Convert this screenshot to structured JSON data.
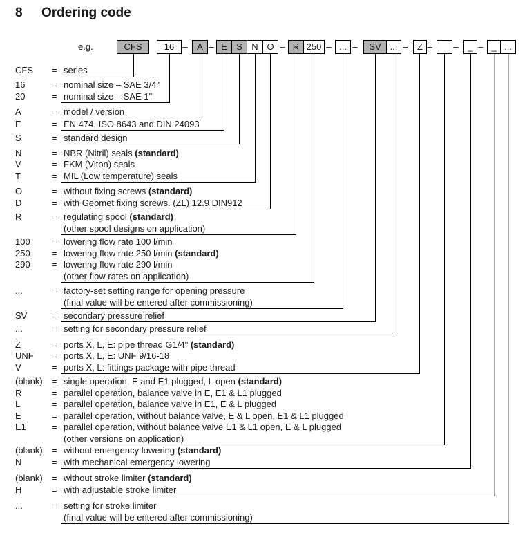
{
  "header": {
    "section_number": "8",
    "title": "Ordering code"
  },
  "example_label": "e.g.",
  "equals_sign": "=",
  "colors": {
    "box_fill": "#b3b3b3",
    "connector_black": "#000000",
    "connector_gray": "#a3a3a3",
    "text": "#1a1a1a"
  },
  "code_boxes": [
    {
      "label": "CFS",
      "type": "box-filled"
    },
    {
      "label": "16",
      "type": "box"
    },
    {
      "label": "–",
      "type": "separator"
    },
    {
      "label": "A",
      "type": "box-filled"
    },
    {
      "label": "–",
      "type": "separator"
    },
    {
      "label": "E",
      "type": "box-filled"
    },
    {
      "label": "S",
      "type": "box-filled"
    },
    {
      "label": "N",
      "type": "box"
    },
    {
      "label": "O",
      "type": "box"
    },
    {
      "label": "–",
      "type": "separator"
    },
    {
      "label": "R",
      "type": "box-filled"
    },
    {
      "label": "250",
      "type": "box"
    },
    {
      "label": "–",
      "type": "separator"
    },
    {
      "label": "...",
      "type": "box"
    },
    {
      "label": "–",
      "type": "separator"
    },
    {
      "label": "SV",
      "type": "box-filled"
    },
    {
      "label": "...",
      "type": "box"
    },
    {
      "label": "–",
      "type": "separator"
    },
    {
      "label": "Z",
      "type": "box"
    },
    {
      "label": "–",
      "type": "separator"
    },
    {
      "label": "",
      "type": "box"
    },
    {
      "label": "–",
      "type": "separator"
    },
    {
      "label": "_",
      "type": "box"
    },
    {
      "label": "–",
      "type": "separator"
    },
    {
      "label": "_",
      "type": "box"
    },
    {
      "label": "...",
      "type": "box"
    }
  ],
  "legend_groups": [
    {
      "rows": [
        {
          "key": "CFS",
          "lines": [
            [
              {
                "t": "series"
              }
            ]
          ]
        }
      ]
    },
    {
      "rows": [
        {
          "key": "16",
          "lines": [
            [
              {
                "t": "nominal size – SAE 3/4\""
              }
            ]
          ]
        },
        {
          "key": "20",
          "lines": [
            [
              {
                "t": "nominal size – SAE 1\""
              }
            ]
          ]
        }
      ]
    },
    {
      "rows": [
        {
          "key": "A",
          "lines": [
            [
              {
                "t": "model / version"
              }
            ]
          ]
        }
      ]
    },
    {
      "rows": [
        {
          "key": "E",
          "lines": [
            [
              {
                "t": "EN 474, ISO 8643 and DIN 24093"
              }
            ]
          ]
        }
      ]
    },
    {
      "rows": [
        {
          "key": "S",
          "lines": [
            [
              {
                "t": "standard design"
              }
            ]
          ]
        }
      ]
    },
    {
      "rows": [
        {
          "key": "N",
          "lines": [
            [
              {
                "t": "NBR (Nitril) seals "
              },
              {
                "t": "(standard)",
                "b": true
              }
            ]
          ]
        },
        {
          "key": "V",
          "lines": [
            [
              {
                "t": "FKM (Viton) seals"
              }
            ]
          ]
        },
        {
          "key": "T",
          "lines": [
            [
              {
                "t": "MIL (Low temperature) seals"
              }
            ]
          ]
        }
      ]
    },
    {
      "rows": [
        {
          "key": "O",
          "lines": [
            [
              {
                "t": "without fixing screws "
              },
              {
                "t": "(standard)",
                "b": true
              }
            ]
          ]
        },
        {
          "key": "D",
          "lines": [
            [
              {
                "t": "with Geomet fixing screws. (ZL) 12.9 DIN912"
              }
            ]
          ]
        }
      ]
    },
    {
      "rows": [
        {
          "key": "R",
          "lines": [
            [
              {
                "t": "regulating spool "
              },
              {
                "t": "(standard)",
                "b": true
              }
            ],
            [
              {
                "t": "(other spool designs on application)"
              }
            ]
          ]
        }
      ]
    },
    {
      "rows": [
        {
          "key": "100",
          "lines": [
            [
              {
                "t": "lowering flow rate 100 l/min"
              }
            ]
          ]
        },
        {
          "key": "250",
          "lines": [
            [
              {
                "t": "lowering flow rate 250 l/min "
              },
              {
                "t": "(standard)",
                "b": true
              }
            ]
          ]
        },
        {
          "key": "290",
          "lines": [
            [
              {
                "t": "lowering flow rate 290 l/min"
              }
            ],
            [
              {
                "t": "(other flow rates on application)"
              }
            ]
          ]
        }
      ]
    },
    {
      "rows": [
        {
          "key": "...",
          "lines": [
            [
              {
                "t": "factory-set setting range for opening pressure"
              }
            ],
            [
              {
                "t": "(final value will be entered after commissioning)"
              }
            ]
          ]
        }
      ]
    },
    {
      "rows": [
        {
          "key": "SV",
          "lines": [
            [
              {
                "t": "secondary pressure relief"
              }
            ]
          ]
        }
      ]
    },
    {
      "rows": [
        {
          "key": "...",
          "lines": [
            [
              {
                "t": "setting for secondary pressure relief"
              }
            ]
          ]
        }
      ]
    },
    {
      "rows": [
        {
          "key": "Z",
          "lines": [
            [
              {
                "t": "ports X, L, E: pipe thread G1/4\" "
              },
              {
                "t": "(standard)",
                "b": true
              }
            ]
          ]
        },
        {
          "key": "UNF",
          "lines": [
            [
              {
                "t": "ports X, L, E: UNF 9/16-18"
              }
            ]
          ]
        },
        {
          "key": "V",
          "lines": [
            [
              {
                "t": "ports X, L: fittings package with pipe thread"
              }
            ]
          ]
        }
      ]
    },
    {
      "rows": [
        {
          "key": "(blank)",
          "lines": [
            [
              {
                "t": "single operation, E and E1 plugged, L open "
              },
              {
                "t": "(standard)",
                "b": true
              }
            ]
          ]
        },
        {
          "key": "R",
          "lines": [
            [
              {
                "t": "parallel operation, balance valve in E, E1 & L1 plugged"
              }
            ]
          ]
        },
        {
          "key": "L",
          "lines": [
            [
              {
                "t": "parallel operation, balance valve in E1, E & L plugged"
              }
            ]
          ]
        },
        {
          "key": "E",
          "lines": [
            [
              {
                "t": "parallel operation, without balance valve, E & L open, E1 & L1 plugged"
              }
            ]
          ]
        },
        {
          "key": "E1",
          "lines": [
            [
              {
                "t": "parallel operation, without balance valve E1 & L1 open, E & L plugged"
              }
            ],
            [
              {
                "t": "(other versions on application)"
              }
            ]
          ]
        }
      ]
    },
    {
      "rows": [
        {
          "key": "(blank)",
          "lines": [
            [
              {
                "t": "without emergency lowering "
              },
              {
                "t": "(standard)",
                "b": true
              }
            ]
          ]
        },
        {
          "key": "N",
          "lines": [
            [
              {
                "t": "with mechanical emergency lowering"
              }
            ]
          ]
        }
      ]
    },
    {
      "rows": [
        {
          "key": "(blank)",
          "lines": [
            [
              {
                "t": "without stroke limiter "
              },
              {
                "t": "(standard)",
                "b": true
              }
            ]
          ]
        },
        {
          "key": "H",
          "lines": [
            [
              {
                "t": "with adjustable stroke limiter"
              }
            ]
          ]
        }
      ]
    },
    {
      "rows": [
        {
          "key": "...",
          "lines": [
            [
              {
                "t": "setting for stroke limiter"
              }
            ],
            [
              {
                "t": "(final value will be entered after commissioning)"
              }
            ]
          ]
        }
      ]
    }
  ]
}
